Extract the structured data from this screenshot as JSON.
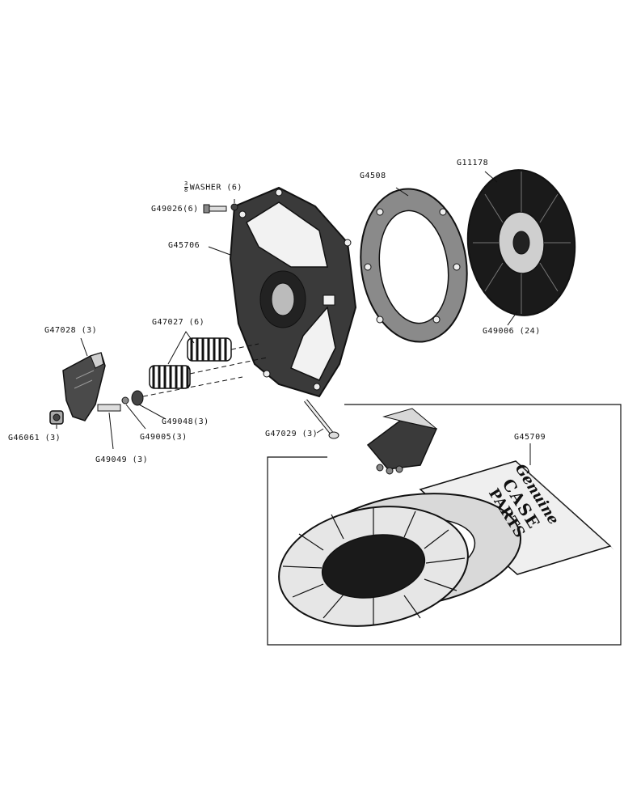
{
  "parts": {
    "washer_fraction_num": "3",
    "washer_fraction_den": "8",
    "washer": "WASHER (6)",
    "g49026": "G49026(6)",
    "g45706": "G45706",
    "g4508": "G4508",
    "g11178": "G11178",
    "g49006": "G49006 (24)",
    "g47027": "G47027 (6)",
    "g47028": "G47028 (3)",
    "g46061": "G46061 (3)",
    "g49049": "G49049 (3)",
    "g49048": "G49048(3)",
    "g49005": "G49005(3)",
    "g47029": "G47029 (3)",
    "g45709": "G45709"
  },
  "kit_box": {
    "card_text": [
      "Genuine",
      "CASE",
      "PARTS"
    ]
  },
  "colors": {
    "ink": "#111111",
    "paper": "#ffffff",
    "shade": "#555555",
    "lining": "#d9d9d9"
  }
}
